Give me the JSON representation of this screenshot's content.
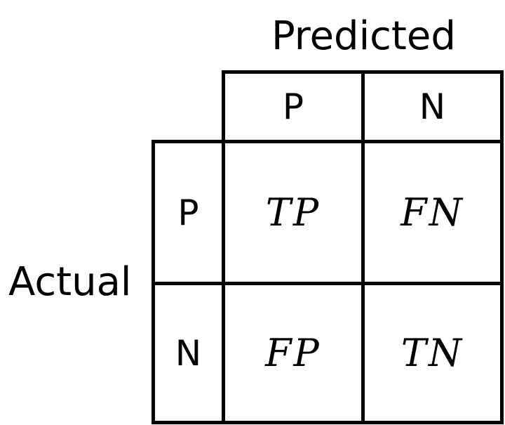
{
  "predicted_label": "Predicted",
  "actual_label": "Actual",
  "column_headers": [
    "P",
    "N"
  ],
  "row_headers": [
    "P",
    "N"
  ],
  "cells": [
    [
      "TP",
      "FN"
    ],
    [
      "FP",
      "TN"
    ]
  ]
}
